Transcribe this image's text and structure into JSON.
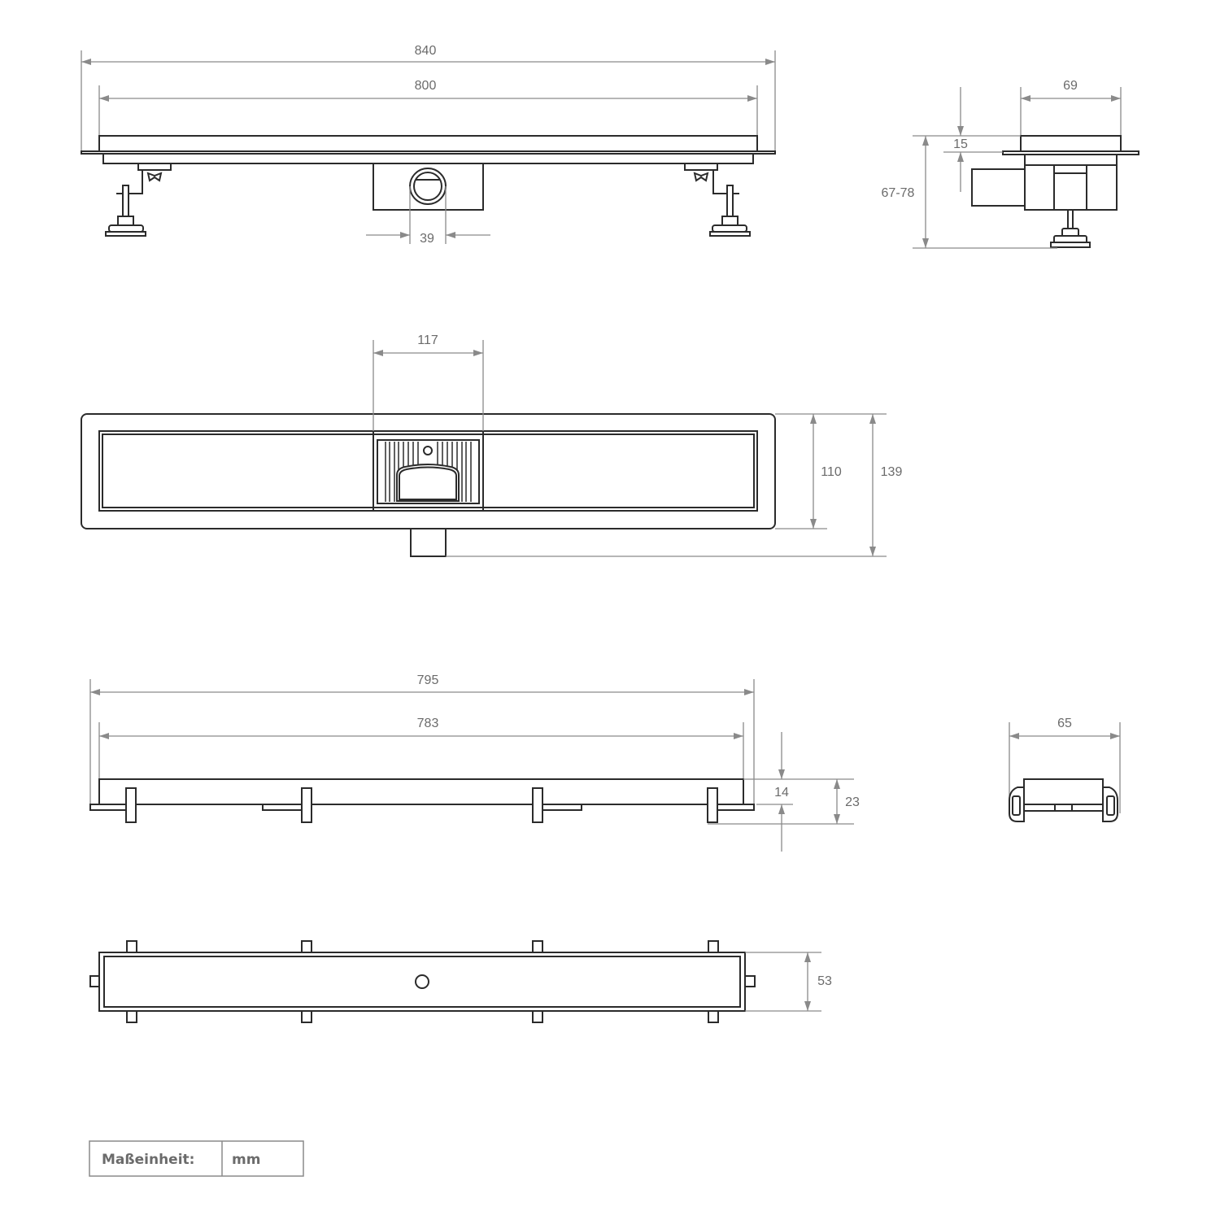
{
  "colors": {
    "outline": "#2b2b2b",
    "dimension": "#8a8a8a",
    "text": "#6b6b6b"
  },
  "front_view": {
    "overall_length": "840",
    "grate_length": "800",
    "outlet_diameter": "39"
  },
  "side_view": {
    "width": "69",
    "grate_height": "15",
    "height_range": "67-78"
  },
  "plan_view": {
    "outlet_width": "117",
    "inner_width": "110",
    "overall_width": "139"
  },
  "channel_side_view": {
    "length_outer": "795",
    "length_inner": "783",
    "height_body": "14",
    "height_total": "23"
  },
  "channel_end_view": {
    "width": "65"
  },
  "channel_plan_view": {
    "width": "53"
  },
  "units_table": {
    "label": "Maßeinheit:",
    "value": "mm"
  }
}
